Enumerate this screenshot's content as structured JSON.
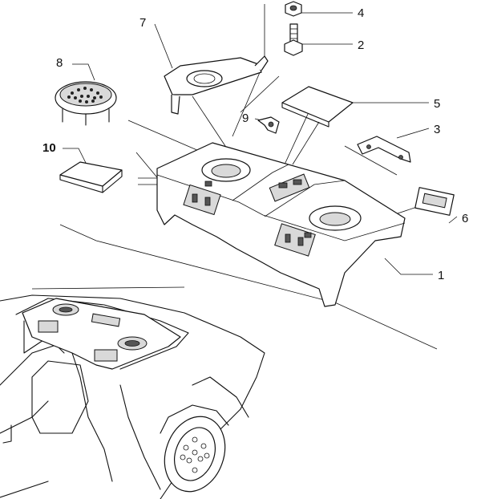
{
  "callouts": [
    {
      "id": "c1",
      "text": "1"
    },
    {
      "id": "c2",
      "text": "2"
    },
    {
      "id": "c3",
      "text": "3"
    },
    {
      "id": "c4",
      "text": "4"
    },
    {
      "id": "c5",
      "text": "5"
    },
    {
      "id": "c6",
      "text": "6"
    },
    {
      "id": "c7",
      "text": "7"
    },
    {
      "id": "c8",
      "text": "8"
    },
    {
      "id": "c9",
      "text": "9"
    },
    {
      "id": "c10",
      "text": "10"
    }
  ],
  "colors": {
    "ink": "#111111",
    "paper": "#ffffff",
    "shade": "#d9d9d9"
  }
}
